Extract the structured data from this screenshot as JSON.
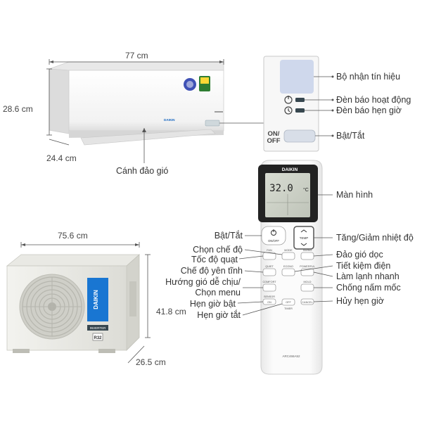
{
  "indoor_unit": {
    "width": "77 cm",
    "height": "28.6 cm",
    "depth": "24.4 cm",
    "louver_label": "Cánh đảo gió",
    "brand": "DAIKIN"
  },
  "outdoor_unit": {
    "width": "75.6 cm",
    "height": "41.8 cm",
    "depth": "26.5 cm",
    "brand": "DAIKIN",
    "badge": "INVERTER",
    "refrigerant": "R32"
  },
  "display_panel": {
    "signal_receiver": "Bộ nhận tín hiệu",
    "operation_lamp": "Đèn báo hoạt động",
    "timer_lamp": "Đèn báo hẹn giờ",
    "power_button_text": "ON/\nOFF",
    "power_label": "Bật/Tắt"
  },
  "remote": {
    "brand": "DAIKIN",
    "screen_temp": "32.0",
    "screen_unit": "°C",
    "model": "ARC466A52",
    "left_labels": [
      "Bật/Tắt",
      "Chọn chế độ",
      "Tốc độ quạt",
      "Chế độ yên tĩnh",
      "Hướng gió dễ chịu/",
      "Chọn menu",
      "Hẹn giờ bật",
      "Hẹn giờ tắt"
    ],
    "right_labels": [
      "Màn hình",
      "Tăng/Giảm nhiệt độ",
      "Đảo gió dọc",
      "Tiết kiệm điện",
      "Làm lạnh nhanh",
      "Chống nấm mốc",
      "Hủy hẹn giờ"
    ],
    "buttons": {
      "on_off": "ON/OFF",
      "temp": "TEMP",
      "fan": "FAN",
      "mode": "MODE",
      "swing": "SWING",
      "quiet": "QUIET",
      "econo": "ECONO",
      "powerful": "POWERFUL",
      "comfort": "COMFORT",
      "mold": "MOLD",
      "sensor": "SENSOR",
      "on": "ON",
      "off": "OFF",
      "timer": "TIMER",
      "cancel": "CANCEL"
    }
  }
}
